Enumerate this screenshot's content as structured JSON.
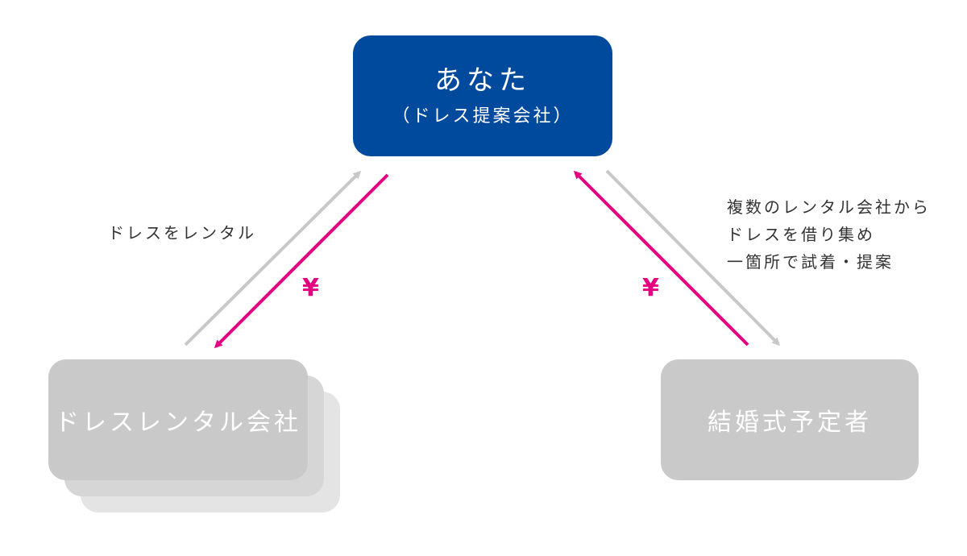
{
  "nodes": {
    "you": {
      "title": "あなた",
      "subtitle": "（ドレス提案会社）"
    },
    "rental": {
      "label": "ドレスレンタル会社"
    },
    "couple": {
      "label": "結婚式予定者"
    }
  },
  "annotations": {
    "left": "ドレスをレンタル",
    "right": [
      "複数のレンタル会社から",
      "ドレスを借り集め",
      "一箇所で試着・提案"
    ]
  },
  "payment": {
    "left": "¥",
    "right": "¥"
  },
  "colors": {
    "primary": "#004a9e",
    "payment": "#e5007f",
    "service": "#c8c8c8",
    "node_gray": "#c9c9c9"
  }
}
